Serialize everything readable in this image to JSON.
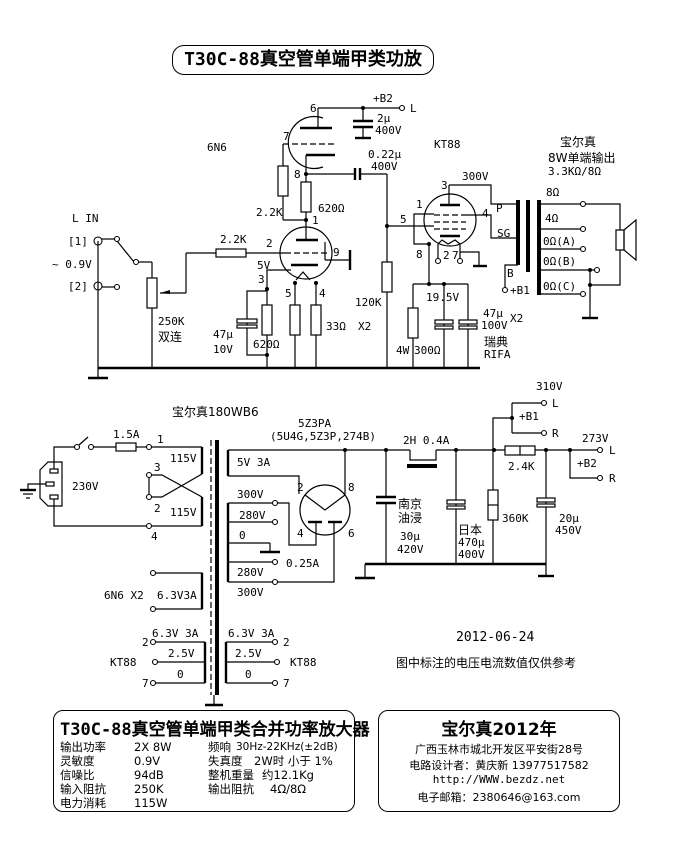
{
  "title": "T30C-88真空管单端甲类功放",
  "input": {
    "label": "L IN",
    "jack1": "[1]",
    "jack2": "[2]",
    "level": "~ 0.9V",
    "pot": "250K",
    "pot_note": "双连",
    "grid_resistor": "2.2K"
  },
  "driver": {
    "tube": "6N6",
    "pins": {
      "p6": "6",
      "p7": "7",
      "p8": "8",
      "p1": "1",
      "p2": "2",
      "p3": "3",
      "p4": "4",
      "p5": "5",
      "p9": "9"
    },
    "feedback_resistor": "2.2K",
    "plate_resistor": "620Ω",
    "cathode_resistor": "620Ω",
    "cathode_cap": "47μ",
    "cathode_cap_v": "10V",
    "heater_resistors": "33Ω",
    "heater_count": "X2",
    "cathode_voltage": "5V",
    "supply_label": "+B2",
    "supply_term": "L",
    "decoupling_cap": "2μ",
    "decoupling_cap_v": "400V",
    "coupling_cap": "0.22μ",
    "coupling_cap_v": "400V",
    "grid_leak": "120K"
  },
  "output_stage": {
    "tube": "KT88",
    "pins": {
      "p1": "1",
      "p2": "2",
      "p3": "3",
      "p4": "4",
      "p5": "5",
      "p7": "7",
      "p8": "8"
    },
    "plate_voltage": "300V",
    "cathode_voltage": "19.5V",
    "cathode_resistor": "300Ω",
    "cathode_resistor_w": "4W",
    "cathode_cap": "47μ",
    "cathode_cap_v": "100V",
    "cathode_cap_count": "X2",
    "cap_brand": "瑞典",
    "cap_brand_en": "RIFA"
  },
  "output_transformer": {
    "brand": "宝尔真",
    "desc": "8W单端输出",
    "ratio": "3.3KΩ/8Ω",
    "primary_p": "P",
    "primary_sg": "SG",
    "primary_b": "B",
    "supply": "+B1",
    "taps": [
      "8Ω",
      "4Ω",
      "0Ω(A)",
      "0Ω(B)",
      "0Ω(C)"
    ]
  },
  "power_transformer": {
    "name": "宝尔真180WB6",
    "fuse": "1.5A",
    "mains": "230V",
    "primary": [
      "115V",
      "115V"
    ],
    "primary_pins": [
      "1",
      "3",
      "2",
      "4"
    ],
    "rect_heater": "5V 3A",
    "hv_taps": [
      "300V",
      "280V",
      "0",
      "280V",
      "300V"
    ],
    "hv_current": "0.25A",
    "heater_6n6": "6N6 X2",
    "heater_6n6_spec": "6.3V3A",
    "kt88_left": {
      "top": "6.3V 3A",
      "mid": "2.5V",
      "bot": "0",
      "pin_top": "2",
      "pin_bot": "7",
      "label": "KT88"
    },
    "kt88_right": {
      "top": "6.3V 3A",
      "mid": "2.5V",
      "bot": "0",
      "pin_top": "2",
      "pin_bot": "7",
      "label": "KT88"
    }
  },
  "rectifier": {
    "tube": "5Z3PA",
    "equivalents": "(5U4G,5Z3P,274B)",
    "pins": {
      "p2": "2",
      "p8": "8",
      "p4": "4",
      "p6": "6"
    }
  },
  "filter": {
    "choke": "2H 0.4A",
    "cap1_brand": "南京",
    "cap1_brand2": "油浸",
    "cap1": "30μ",
    "cap1_v": "420V",
    "cap2_brand": "日本",
    "cap2": "470μ",
    "cap2_v": "400V",
    "bleeder": "360K",
    "drop_resistor": "2.4K",
    "cap3": "20μ",
    "cap3_v": "450V",
    "b1_voltage": "310V",
    "b1_label": "+B1",
    "b2_voltage": "273V",
    "b2_label": "+B2",
    "term_l": "L",
    "term_r": "R"
  },
  "date": "2012-06-24",
  "note": "图中标注的电压电流数值仅供参考",
  "spec": {
    "title": "T30C-88真空管单端甲类合并功率放大器",
    "left": [
      {
        "k": "输出功率",
        "v": "2X 8W"
      },
      {
        "k": "灵敏度",
        "v": "0.9V"
      },
      {
        "k": "信噪比",
        "v": "94dB"
      },
      {
        "k": "输入阻抗",
        "v": "250K"
      },
      {
        "k": "电力消耗",
        "v": "115W"
      }
    ],
    "right": [
      {
        "k": "频响",
        "v": "30Hz-22KHz(±2dB)"
      },
      {
        "k": "失真度",
        "v": "2W时  小于 1%"
      },
      {
        "k": "整机重量",
        "v": "约12.1Kg"
      },
      {
        "k": "输出阻抗",
        "v": "4Ω/8Ω"
      }
    ]
  },
  "contact": {
    "brand": "宝尔真2012年",
    "address": "广西玉林市城北开发区平安街28号",
    "designer": "电路设计者：黄庆新    13977517582",
    "web": "http://WWW.bezdz.net",
    "email": "电子邮箱：2380646@163.com"
  }
}
